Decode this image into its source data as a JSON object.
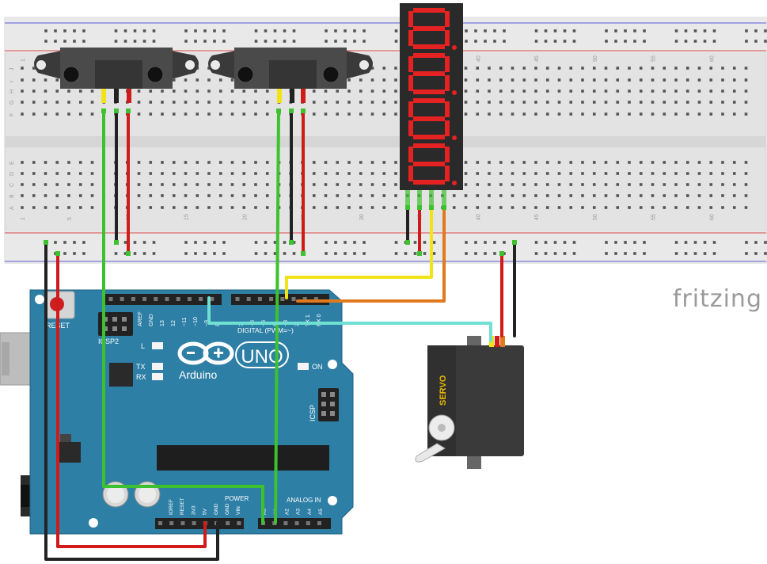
{
  "brand": "fritzing",
  "breadboard": {
    "row_letters_top": [
      "J",
      "I",
      "H",
      "G",
      "F"
    ],
    "row_letters_bottom": [
      "E",
      "D",
      "C",
      "B",
      "A"
    ],
    "column_numbers": [
      "1",
      "5",
      "10",
      "15",
      "20",
      "25",
      "30",
      "35",
      "40",
      "45",
      "50",
      "55",
      "60"
    ]
  },
  "arduino": {
    "logo_text": "Arduino",
    "model": "UNO",
    "reset_label": "RESET",
    "icsp2_label": "ICSP2",
    "icsp_label": "ICSP",
    "digital_label": "DIGITAL (PWM=~)",
    "power_label": "POWER",
    "analog_label": "ANALOG IN",
    "led_l": "L",
    "led_tx": "TX",
    "led_rx": "RX",
    "on_label": "ON",
    "top_header_labels": [
      "AREF",
      "GND",
      "13",
      "12",
      "~11",
      "~10",
      "~9",
      "8",
      "7",
      "~6",
      "~5",
      "4",
      "~3",
      "2",
      "TX 1",
      "RX 0"
    ],
    "power_pins": [
      "IOREF",
      "RESET",
      "3V3",
      "5V",
      "GND",
      "GND",
      "VIN"
    ],
    "analog_pins": [
      "A0",
      "A1",
      "A2",
      "A3",
      "A4",
      "A5"
    ]
  },
  "servo": {
    "label": "SERVO"
  },
  "colors": {
    "green_wire": "#3ec12e",
    "black_wire": "#222222",
    "red_wire": "#d11a1a",
    "yellow_wire": "#f2e316",
    "orange_wire": "#e07a1c",
    "cyan_wire": "#6fe0d2",
    "board_blue": "#2e7fa6",
    "display_red": "#e52222"
  }
}
